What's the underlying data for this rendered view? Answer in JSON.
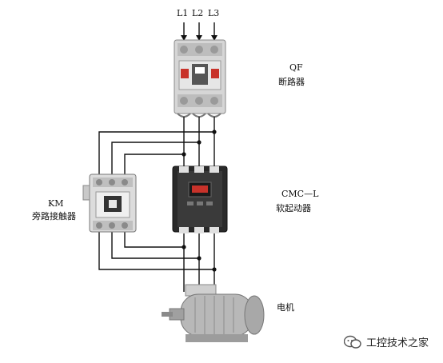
{
  "supply": {
    "phase_labels": [
      "L1",
      "L2",
      "L3"
    ]
  },
  "breaker": {
    "code": "QF",
    "name": "断路器"
  },
  "soft_starter": {
    "code": "CMC—L",
    "name": "软起动器"
  },
  "bypass_contactor": {
    "code": "KM",
    "name": "旁路接触器"
  },
  "motor": {
    "name": "电机"
  },
  "watermark": {
    "text": "工控技术之家"
  },
  "colors": {
    "wire": "#111111",
    "device_gray": "#d9d9d9",
    "device_dark": "#2a2a2a",
    "brand_red": "#c8322a",
    "motor_gray": "#b8b8b8"
  }
}
